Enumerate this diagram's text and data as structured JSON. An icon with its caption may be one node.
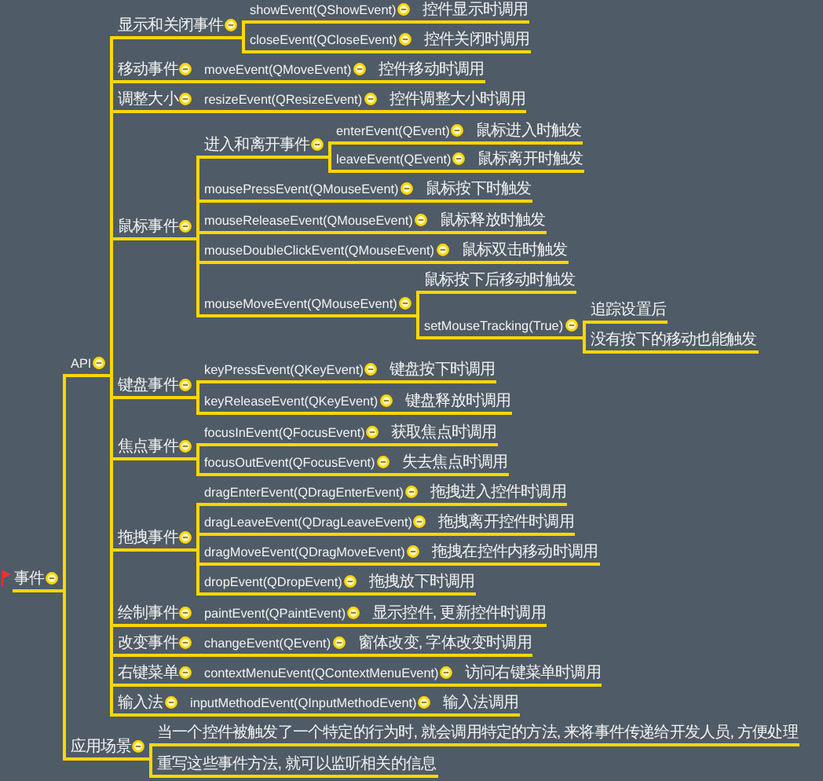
{
  "diagram": {
    "nodes": [
      {
        "text": [
          "事件"
        ]
      },
      {
        "text": [
          "API"
        ]
      },
      {
        "text": [
          "显示和关闭事件"
        ]
      },
      {
        "text": [
          "showEvent(QShowEvent)"
        ]
      },
      {
        "text": [
          "控件显示时调用"
        ]
      },
      {
        "text": [
          "closeEvent(QCloseEvent)"
        ]
      },
      {
        "text": [
          "控件关闭时调用"
        ]
      },
      {
        "text": [
          "移动事件"
        ]
      },
      {
        "text": [
          "moveEvent(QMoveEvent)"
        ]
      },
      {
        "text": [
          "控件移动时调用"
        ]
      },
      {
        "text": [
          "调整大小"
        ]
      },
      {
        "text": [
          "resizeEvent(QResizeEvent)"
        ]
      },
      {
        "text": [
          "控件调整大小时调用"
        ]
      },
      {
        "text": [
          "鼠标事件"
        ]
      },
      {
        "text": [
          "进入和离开事件"
        ]
      },
      {
        "text": [
          "enterEvent(QEvent)"
        ]
      },
      {
        "text": [
          "鼠标进入时触发"
        ]
      },
      {
        "text": [
          "leaveEvent(QEvent)"
        ]
      },
      {
        "text": [
          "鼠标离开时触发"
        ]
      },
      {
        "text": [
          "mousePressEvent(QMouseEvent)"
        ]
      },
      {
        "text": [
          "鼠标按下时触发"
        ]
      },
      {
        "text": [
          "mouseReleaseEvent(QMouseEvent)"
        ]
      },
      {
        "text": [
          "鼠标释放时触发"
        ]
      },
      {
        "text": [
          "mouseDoubleClickEvent(QMouseEvent)"
        ]
      },
      {
        "text": [
          "鼠标双击时触发"
        ]
      },
      {
        "text": [
          "mouseMoveEvent(QMouseEvent)"
        ]
      },
      {
        "text": [
          "鼠标按下后移动时触发"
        ]
      },
      {
        "text": [
          "setMouseTracking(True)"
        ]
      },
      {
        "text": [
          "追踪设置后"
        ]
      },
      {
        "text": [
          "没有按下的移动也能触发"
        ]
      },
      {
        "text": [
          "键盘事件"
        ]
      },
      {
        "text": [
          "keyPressEvent(QKeyEvent)"
        ]
      },
      {
        "text": [
          "键盘按下时调用"
        ]
      },
      {
        "text": [
          "keyReleaseEvent(QKeyEvent)"
        ]
      },
      {
        "text": [
          "键盘释放时调用"
        ]
      },
      {
        "text": [
          "焦点事件"
        ]
      },
      {
        "text": [
          "focusInEvent(QFocusEvent)"
        ]
      },
      {
        "text": [
          "获取焦点时调用"
        ]
      },
      {
        "text": [
          "focusOutEvent(QFocusEvent)"
        ]
      },
      {
        "text": [
          "失去焦点时调用"
        ]
      },
      {
        "text": [
          "拖拽事件"
        ]
      },
      {
        "text": [
          "dragEnterEvent(QDragEnterEvent)"
        ]
      },
      {
        "text": [
          "拖拽进入控件时调用"
        ]
      },
      {
        "text": [
          "dragLeaveEvent(QDragLeaveEvent)"
        ]
      },
      {
        "text": [
          "拖拽离开控件时调用"
        ]
      },
      {
        "text": [
          "dragMoveEvent(QDragMoveEvent)"
        ]
      },
      {
        "text": [
          "拖拽在控件内移动时调用"
        ]
      },
      {
        "text": [
          "dropEvent(QDropEvent)"
        ]
      },
      {
        "text": [
          "拖拽放下时调用"
        ]
      },
      {
        "text": [
          "绘制事件"
        ]
      },
      {
        "text": [
          "paintEvent(QPaintEvent)"
        ]
      },
      {
        "text": [
          "显示控件, 更新控件时调用"
        ]
      },
      {
        "text": [
          "改变事件"
        ]
      },
      {
        "text": [
          "changeEvent(QEvent)"
        ]
      },
      {
        "text": [
          "窗体改变, 字体改变时调用"
        ]
      },
      {
        "text": [
          "右键菜单"
        ]
      },
      {
        "text": [
          "contextMenuEvent(QContextMenuEvent)"
        ]
      },
      {
        "text": [
          "访问右键菜单时调用"
        ]
      },
      {
        "text": [
          "输入法"
        ]
      },
      {
        "text": [
          "inputMethodEvent(QInputMethodEvent)"
        ]
      },
      {
        "text": [
          "输入法调用"
        ]
      },
      {
        "text": [
          "应用场景"
        ]
      },
      {
        "text": [
          "当一个控件被触发了一个特定的行为时, 就会调用特定的方法, 来将事件传递给开发人员, 方便处理"
        ]
      },
      {
        "text": [
          "重写这些事件方法, 就可以监听相关的信息"
        ]
      }
    ],
    "edges": [
      {
        "from": 0,
        "to": 1,
        "arrow": "none"
      },
      {
        "from": 0,
        "to": 61,
        "arrow": "none"
      },
      {
        "from": 1,
        "to": 2,
        "arrow": "none"
      },
      {
        "from": 1,
        "to": 7,
        "arrow": "none"
      },
      {
        "from": 1,
        "to": 10,
        "arrow": "none"
      },
      {
        "from": 1,
        "to": 13,
        "arrow": "none"
      },
      {
        "from": 1,
        "to": 30,
        "arrow": "none"
      },
      {
        "from": 1,
        "to": 35,
        "arrow": "none"
      },
      {
        "from": 1,
        "to": 40,
        "arrow": "none"
      },
      {
        "from": 1,
        "to": 49,
        "arrow": "none"
      },
      {
        "from": 1,
        "to": 52,
        "arrow": "none"
      },
      {
        "from": 1,
        "to": 55,
        "arrow": "none"
      },
      {
        "from": 1,
        "to": 58,
        "arrow": "none"
      },
      {
        "from": 2,
        "to": 3,
        "arrow": "none"
      },
      {
        "from": 2,
        "to": 5,
        "arrow": "none"
      },
      {
        "from": 3,
        "to": 4,
        "arrow": "none"
      },
      {
        "from": 5,
        "to": 6,
        "arrow": "none"
      },
      {
        "from": 7,
        "to": 8,
        "arrow": "none"
      },
      {
        "from": 8,
        "to": 9,
        "arrow": "none"
      },
      {
        "from": 10,
        "to": 11,
        "arrow": "none"
      },
      {
        "from": 11,
        "to": 12,
        "arrow": "none"
      },
      {
        "from": 13,
        "to": 14,
        "arrow": "none"
      },
      {
        "from": 13,
        "to": 19,
        "arrow": "none"
      },
      {
        "from": 13,
        "to": 21,
        "arrow": "none"
      },
      {
        "from": 13,
        "to": 23,
        "arrow": "none"
      },
      {
        "from": 13,
        "to": 25,
        "arrow": "none"
      },
      {
        "from": 14,
        "to": 15,
        "arrow": "none"
      },
      {
        "from": 14,
        "to": 17,
        "arrow": "none"
      },
      {
        "from": 15,
        "to": 16,
        "arrow": "none"
      },
      {
        "from": 17,
        "to": 18,
        "arrow": "none"
      },
      {
        "from": 19,
        "to": 20,
        "arrow": "none"
      },
      {
        "from": 21,
        "to": 22,
        "arrow": "none"
      },
      {
        "from": 23,
        "to": 24,
        "arrow": "none"
      },
      {
        "from": 25,
        "to": 26,
        "arrow": "none"
      },
      {
        "from": 25,
        "to": 27,
        "arrow": "none"
      },
      {
        "from": 27,
        "to": 28,
        "arrow": "none"
      },
      {
        "from": 27,
        "to": 29,
        "arrow": "none"
      },
      {
        "from": 30,
        "to": 31,
        "arrow": "none"
      },
      {
        "from": 30,
        "to": 33,
        "arrow": "none"
      },
      {
        "from": 31,
        "to": 32,
        "arrow": "none"
      },
      {
        "from": 33,
        "to": 34,
        "arrow": "none"
      },
      {
        "from": 35,
        "to": 36,
        "arrow": "none"
      },
      {
        "from": 35,
        "to": 38,
        "arrow": "none"
      },
      {
        "from": 36,
        "to": 37,
        "arrow": "none"
      },
      {
        "from": 38,
        "to": 39,
        "arrow": "none"
      },
      {
        "from": 40,
        "to": 41,
        "arrow": "none"
      },
      {
        "from": 40,
        "to": 43,
        "arrow": "none"
      },
      {
        "from": 40,
        "to": 45,
        "arrow": "none"
      },
      {
        "from": 40,
        "to": 47,
        "arrow": "none"
      },
      {
        "from": 41,
        "to": 42,
        "arrow": "none"
      },
      {
        "from": 43,
        "to": 44,
        "arrow": "none"
      },
      {
        "from": 45,
        "to": 46,
        "arrow": "none"
      },
      {
        "from": 47,
        "to": 48,
        "arrow": "none"
      },
      {
        "from": 49,
        "to": 50,
        "arrow": "none"
      },
      {
        "from": 50,
        "to": 51,
        "arrow": "none"
      },
      {
        "from": 52,
        "to": 53,
        "arrow": "none"
      },
      {
        "from": 53,
        "to": 54,
        "arrow": "none"
      },
      {
        "from": 55,
        "to": 56,
        "arrow": "none"
      },
      {
        "from": 56,
        "to": 57,
        "arrow": "none"
      },
      {
        "from": 58,
        "to": 59,
        "arrow": "none"
      },
      {
        "from": 59,
        "to": 60,
        "arrow": "none"
      },
      {
        "from": 61,
        "to": 62,
        "arrow": "none"
      },
      {
        "from": 61,
        "to": 63,
        "arrow": "none"
      }
    ]
  }
}
